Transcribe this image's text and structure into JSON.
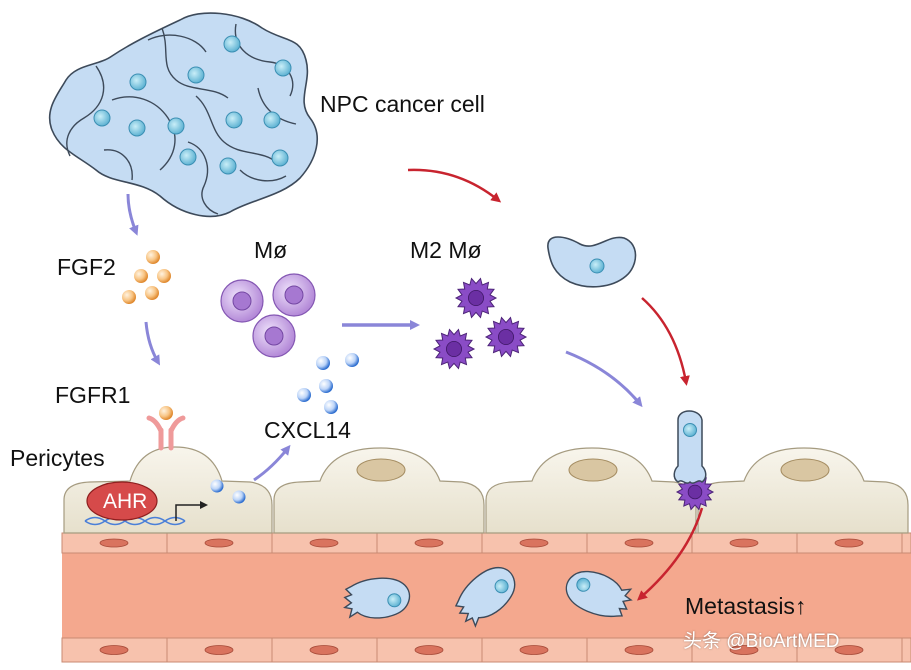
{
  "labels": {
    "npc_cancer_cell": "NPC cancer cell",
    "fgf2": "FGF2",
    "fgfr1": "FGFR1",
    "pericytes": "Pericytes",
    "ahr": "AHR",
    "macrophage": "Mø",
    "m2_macrophage": "M2 Mø",
    "cxcl14": "CXCL14",
    "metastasis": "Metastasis↑"
  },
  "watermark": "头条 @BioArtMED",
  "colors": {
    "cancer_cell_fill": "#c5dcf3",
    "cancer_cell_nucleus": "#7ec4dc",
    "fgf2_ligand": "#f0a050",
    "fgfr1_receptor": "#ef9a9a",
    "macrophage": "#b48ad8",
    "m2_macrophage": "#7b3fb8",
    "cxcl14": "#2f6fd0",
    "pericyte_fill": "#f5f1e6",
    "ahr": "#d64a4a",
    "vessel_wall": "#f2b49e",
    "vessel_lumen": "#f4a88e",
    "arrow_blue": "#8a86d8",
    "arrow_red": "#c8242f"
  }
}
